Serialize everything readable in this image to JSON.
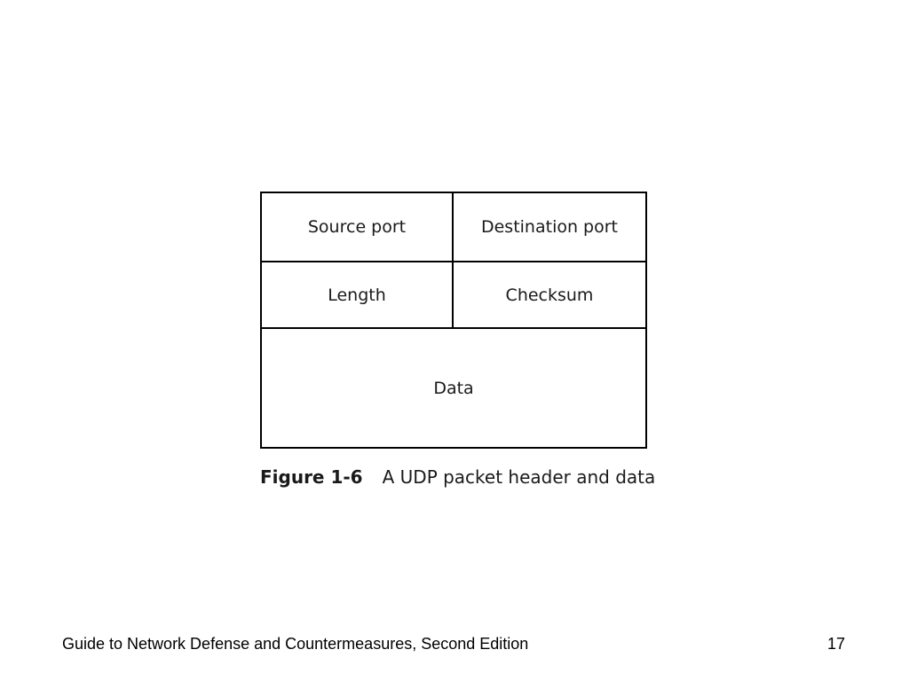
{
  "diagram": {
    "cells": {
      "source_port": "Source port",
      "destination_port": "Destination port",
      "length": "Length",
      "checksum": "Checksum",
      "data": "Data"
    },
    "caption": {
      "label": "Figure 1-6",
      "text": "A UDP packet header and data"
    }
  },
  "footer": {
    "book_title": "Guide to Network Defense and Countermeasures, Second Edition",
    "page_number": "17"
  }
}
